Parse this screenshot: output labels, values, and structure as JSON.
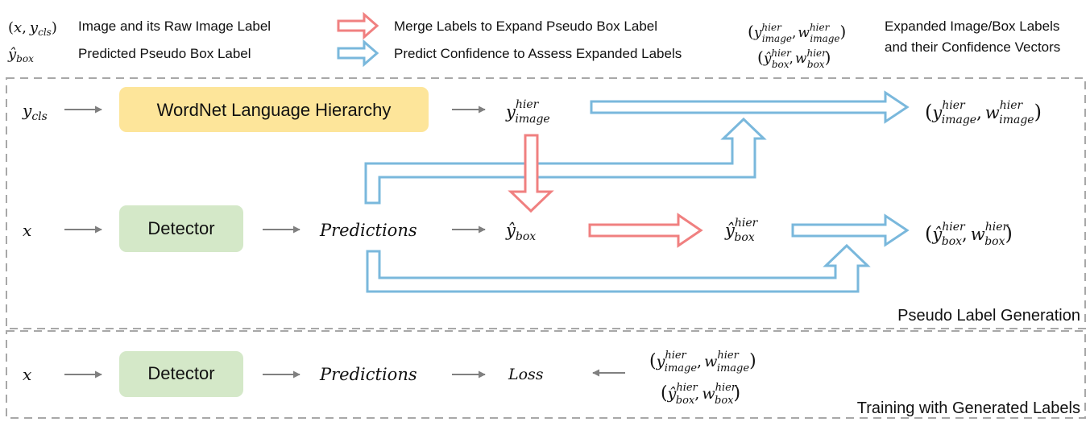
{
  "legend": {
    "items": [
      {
        "symbol": "(x, y",
        "symbol_sub": "cls",
        "symbol_close": ")",
        "label": "Image and its Raw Image Label"
      },
      {
        "symbol": "ŷ",
        "symbol_sub": "box",
        "label": "Predicted Pseudo Box Label"
      },
      {
        "label": "Merge Labels to Expand Pseudo Box Label",
        "color": "#f08080"
      },
      {
        "label": "Predict Confidence to Assess Expanded Labels",
        "color": "#7ab8dc"
      },
      {
        "label_line1": "Expanded Image/Box Labels",
        "label_line2": "and their Confidence Vectors"
      }
    ]
  },
  "math": {
    "y": "y",
    "x": "x",
    "w": "w",
    "yhat": "ŷ",
    "cls": "cls",
    "box": "box",
    "image": "image",
    "hier": "hier",
    "predictions": "Predictions",
    "loss": "Loss",
    "lparen": "(",
    "rparen": ")",
    "comma": ","
  },
  "nodes": {
    "wordnet": {
      "label": "WordNet Language Hierarchy",
      "fill": "#fde59a"
    },
    "detector1": {
      "label": "Detector",
      "fill": "#d4e8c8"
    },
    "detector2": {
      "label": "Detector",
      "fill": "#d4e8c8"
    }
  },
  "sections": {
    "pseudo": {
      "label": "Pseudo Label Generation"
    },
    "training": {
      "label": "Training with Generated Labels"
    }
  },
  "colors": {
    "red_arrow": "#f08080",
    "blue_arrow": "#7ab8dc",
    "gray": "#808080",
    "dash": "#a8a8a8"
  }
}
